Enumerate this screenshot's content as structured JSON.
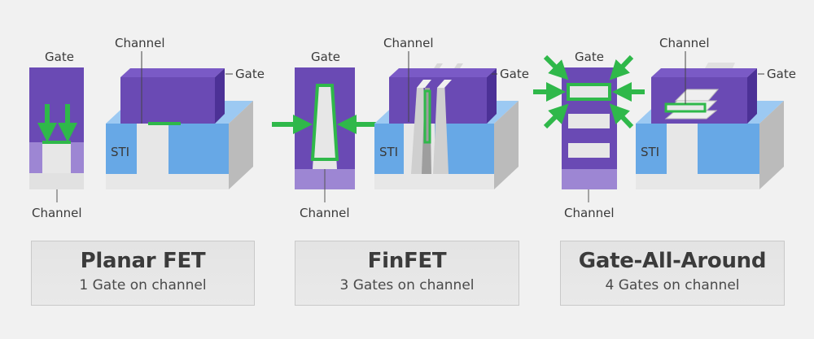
{
  "colors": {
    "gate": "#6a4ab4",
    "gate_front": "#5b3da8",
    "substrate": "#e7e7e7",
    "substrate_side": "#c4c4c4",
    "sti": "#67a8e6",
    "sti_top": "#9cc9f2",
    "accent_green": "#2fb84a",
    "light_purple": "#9d86d3"
  },
  "sections": [
    {
      "id": "planar",
      "labels": {
        "gate_top": "Gate",
        "channel_top": "Channel",
        "gate_side": "Gate",
        "sti": "STI",
        "channel_bottom": "Channel"
      },
      "caption": {
        "title": "Planar FET",
        "subtitle": "1 Gate on channel"
      }
    },
    {
      "id": "finfet",
      "labels": {
        "gate_top": "Gate",
        "channel_top": "Channel",
        "gate_side": "Gate",
        "sti": "STI",
        "channel_bottom": "Channel"
      },
      "caption": {
        "title": "FinFET",
        "subtitle": "3 Gates on channel"
      }
    },
    {
      "id": "gaa",
      "labels": {
        "gate_top": "Gate",
        "channel_top": "Channel",
        "gate_side": "Gate",
        "sti": "STI",
        "channel_bottom": "Channel"
      },
      "caption": {
        "title": "Gate-All-Around",
        "subtitle": "4 Gates on channel"
      }
    }
  ]
}
